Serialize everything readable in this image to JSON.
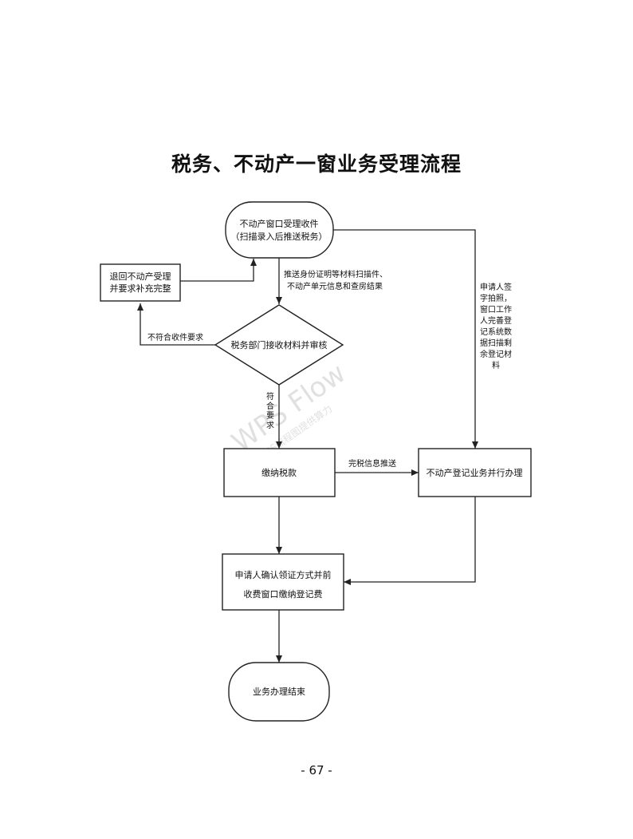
{
  "title": "税务、不动产一窗业务受理流程",
  "nodes": {
    "start": [
      "不动产窗口受理收件",
      "（扫描录入后推送税务）"
    ],
    "return": [
      "退回不动产受理",
      "并要求补充完整"
    ],
    "review": "税务部门接收材料并审核",
    "pay_tax": "缴纳税款",
    "registration": "不动产登记业务并行办理",
    "confirm": [
      "申请人确认领证方式并前",
      "收费窗口缴纳登记费"
    ],
    "end": "业务办理结束"
  },
  "edges": {
    "push_materials": [
      "推送身份证明等材料扫描件、",
      "不动产单元信息和查房结果"
    ],
    "not_meet": "不符合收件要求",
    "meet": [
      "符",
      "合",
      "要",
      "求"
    ],
    "tax_info_push": "完税信息推送",
    "applicant_note": [
      "申请人签",
      "字拍照，",
      "窗口工作",
      "人完善登",
      "记系统数",
      "据扫描剩",
      "余登记材",
      "料"
    ]
  },
  "watermark": {
    "main": "WPS Flow",
    "sub": "WPS流程图提供算力"
  },
  "page_number": "- 67 -"
}
